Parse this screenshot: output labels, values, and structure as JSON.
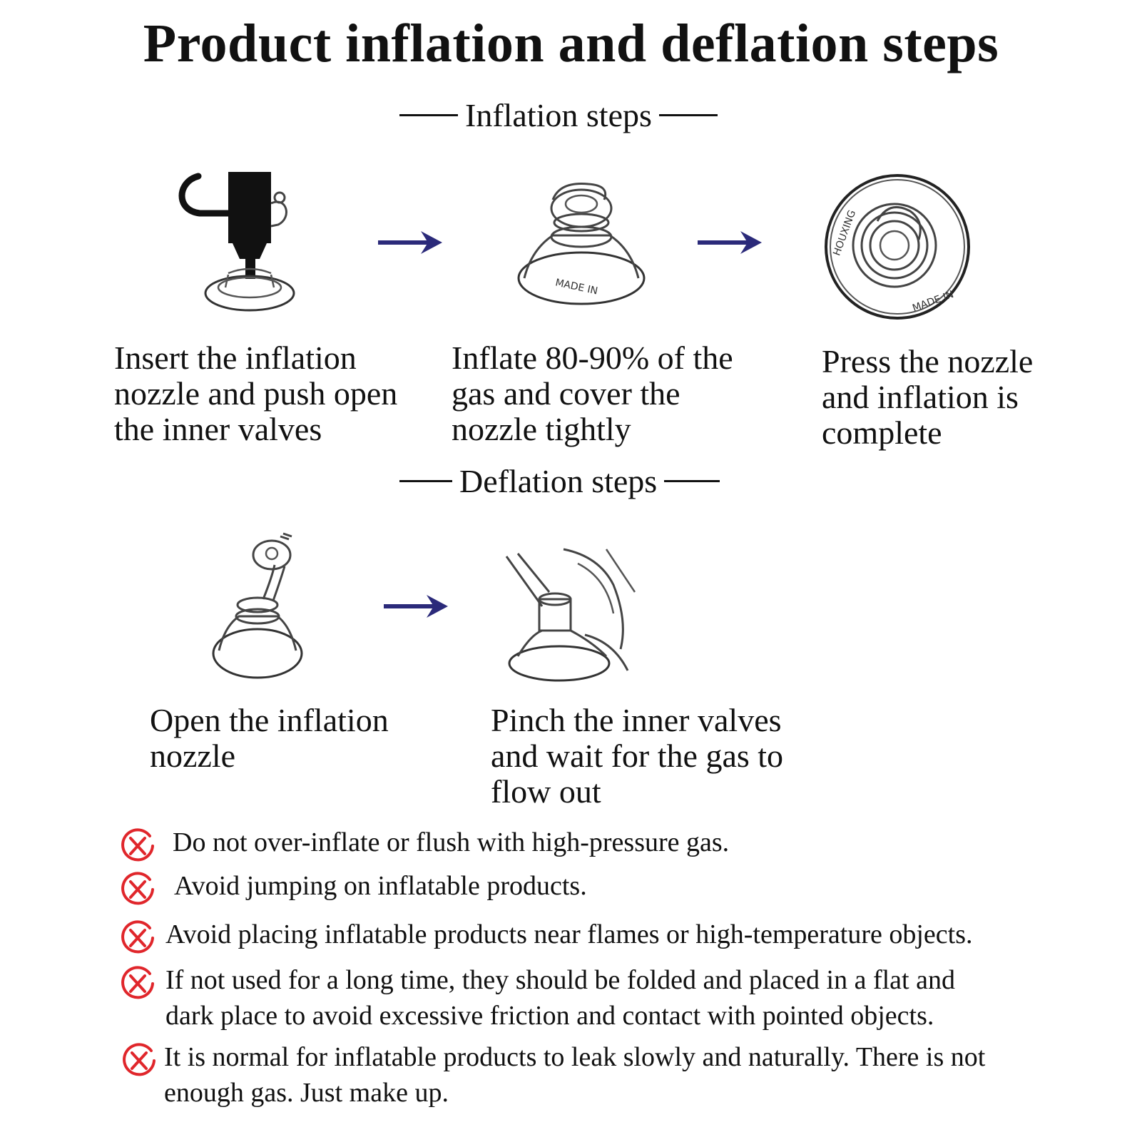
{
  "title": "Product inflation and deflation steps",
  "inflation": {
    "heading": "Inflation steps",
    "steps": [
      {
        "caption": "Insert the inflation\nnozzle and push open\nthe inner valves"
      },
      {
        "caption": "Inflate 80-90% of the\ngas and cover the\nnozzle tightly"
      },
      {
        "caption": "Press the nozzle\nand inflation is\ncomplete"
      }
    ]
  },
  "deflation": {
    "heading": "Deflation steps",
    "steps": [
      {
        "caption": "Open the inflation\nnozzle"
      },
      {
        "caption": "Pinch the inner valves\nand wait for the gas to\nflow out"
      }
    ]
  },
  "valve_markings": {
    "side": "MADE IN",
    "ring": "HOUXING"
  },
  "warnings": [
    {
      "icon": "circle-x-icon",
      "text": "Do not over-inflate or flush with high-pressure gas."
    },
    {
      "icon": "circle-x-icon",
      "text": "Avoid jumping on inflatable products."
    },
    {
      "icon": "circle-x-icon",
      "text": "Avoid placing inflatable products near flames or high-temperature objects."
    },
    {
      "icon": "circle-x-icon",
      "text": "If not used for a long time, they should be folded and placed in a flat and\ndark place to avoid excessive friction and contact with pointed objects."
    },
    {
      "icon": "circle-x-icon",
      "text": "It is normal for inflatable products to leak slowly and naturally. There is not\nenough gas. Just make up."
    }
  ],
  "colors": {
    "arrow": "#2b2a7a",
    "warning_icon": "#e0262b",
    "text": "#111111"
  }
}
